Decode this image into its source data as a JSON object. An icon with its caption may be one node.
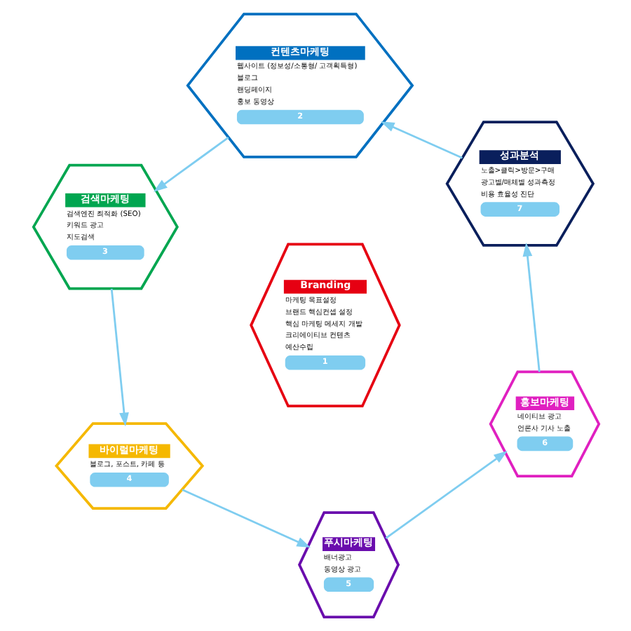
{
  "diagram": {
    "nodes": [
      {
        "text": [
          "컨텐츠마케팅",
          "웹사이트 (정보성/소통형/ 고객획득형)",
          "블로그",
          "랜딩페이지",
          "홍보 동영상",
          "2"
        ]
      },
      {
        "text": [
          "성과분석",
          "노출>클릭>방문>구매",
          "광고별/매체별 성과측정",
          "비용 효율성 진단",
          "7"
        ]
      },
      {
        "text": [
          "검색마케팅",
          "검색엔진 최적화 (SEO)",
          "키워드 광고",
          "지도검색",
          "3"
        ]
      },
      {
        "text": [
          "Branding",
          "마케팅 목표설정",
          "브랜드 핵심컨셉 설정",
          "핵심 마케팅 메세지 개발",
          "크리에이티브 컨텐츠",
          "예산수립",
          "1"
        ]
      },
      {
        "text": [
          "홍보마케팅",
          "네이티브 광고",
          "언론사 기사 노출",
          "6"
        ]
      },
      {
        "text": [
          "바이럴마케팅",
          "블로그, 포스트, 카페 등",
          "4"
        ]
      },
      {
        "text": [
          "푸시마케팅",
          "배너광고",
          "동영상 광고",
          "5"
        ]
      }
    ],
    "edges": [
      {
        "from": 0,
        "to": 2,
        "arrow": "to"
      },
      {
        "from": 2,
        "to": 5,
        "arrow": "to"
      },
      {
        "from": 5,
        "to": 6,
        "arrow": "to"
      },
      {
        "from": 6,
        "to": 4,
        "arrow": "to"
      },
      {
        "from": 4,
        "to": 1,
        "arrow": "to"
      },
      {
        "from": 1,
        "to": 0,
        "arrow": "to"
      }
    ]
  }
}
